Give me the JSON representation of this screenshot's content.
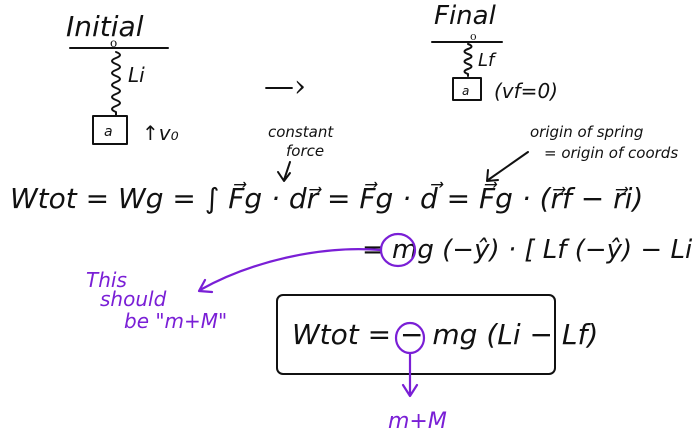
{
  "initial": {
    "title": "Initial",
    "origin_mark": "o",
    "length_label": "Li",
    "mass_label": "a",
    "velocity_label": "↑v₀"
  },
  "final": {
    "title": "Final",
    "origin_mark": "o",
    "length_label": "Lf",
    "mass_label": "a",
    "velocity_label": "(vf=0)"
  },
  "arrow_glyph": "—›",
  "notes": {
    "constant_force": [
      "constant",
      "force"
    ],
    "origin_note": [
      "origin of spring",
      "= origin of coords"
    ]
  },
  "equations": {
    "line1": "Wtot = Wg = ∫ F⃗g · dr⃗ = F⃗g · d⃗ = F⃗g · (r⃗f − r⃗i)",
    "line2": "= mg (−ŷ) · [ Lf (−ŷ) − Li (−ŷ) ]",
    "boxed": "Wtot = − mg (Li − Lf)"
  },
  "annotations": {
    "left_note": [
      "This",
      "should",
      "be  \"m+M\""
    ],
    "bottom_note": "m+M"
  },
  "colors": {
    "ink": "#111111",
    "annotation": "#7a1fd6"
  }
}
